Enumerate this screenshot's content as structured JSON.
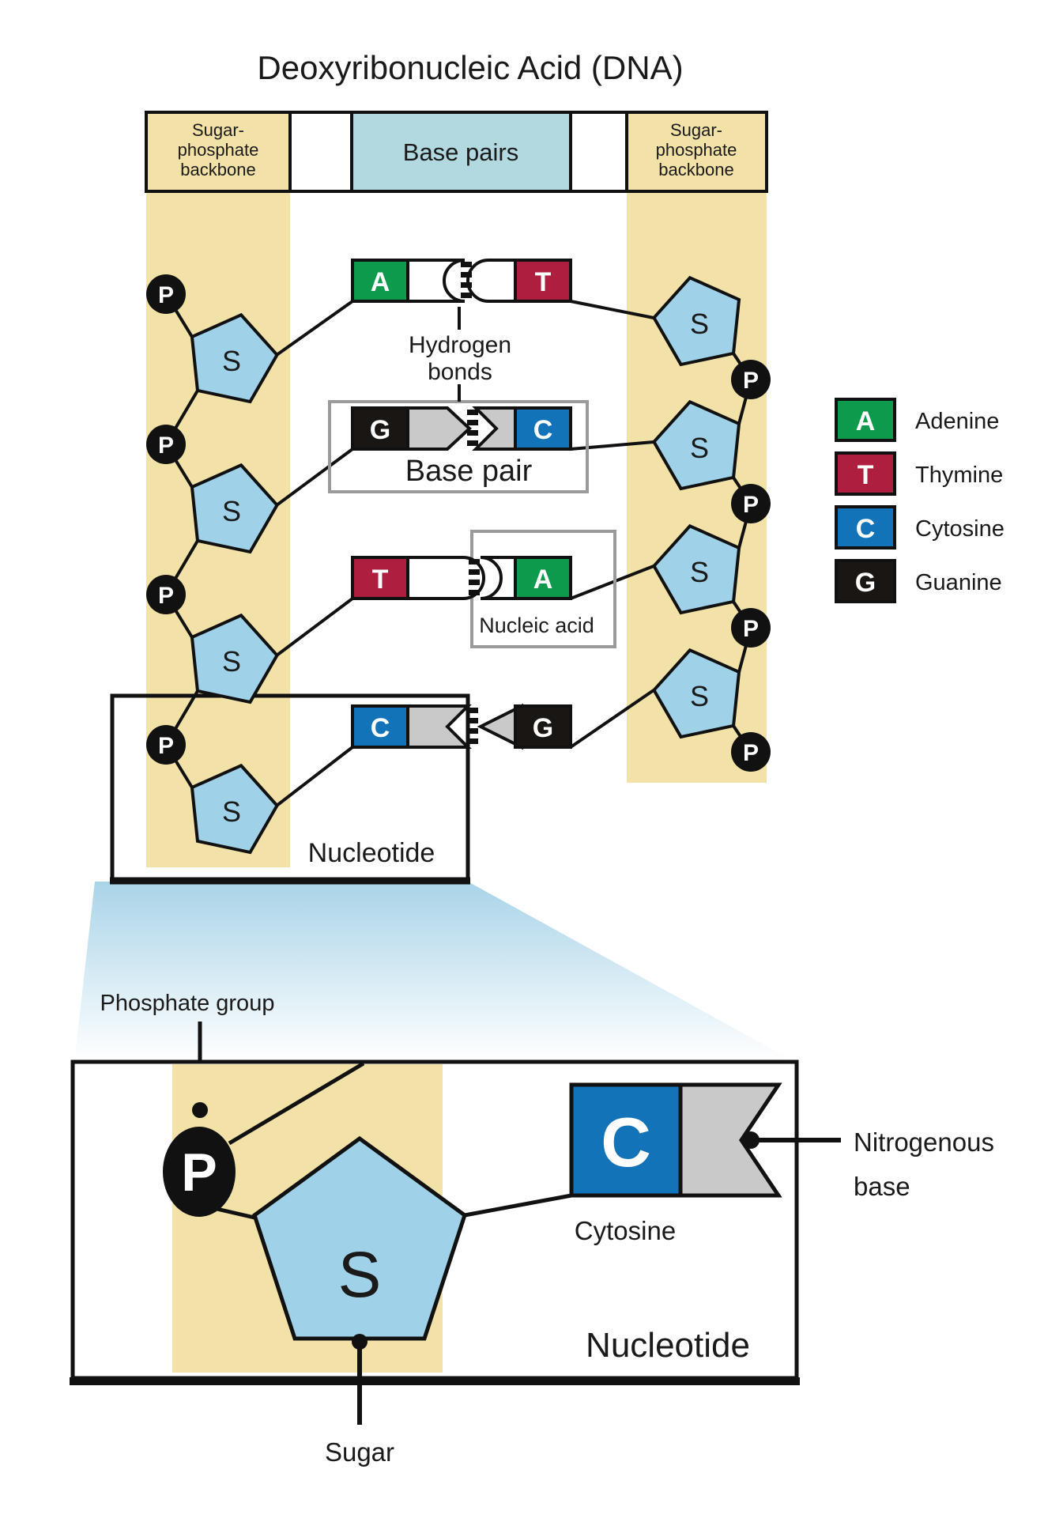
{
  "title": "Deoxyribonucleic Acid (DNA)",
  "header": {
    "left_backbone": [
      "Sugar-",
      "phosphate",
      "backbone"
    ],
    "base_pairs": "Base pairs",
    "right_backbone": [
      "Sugar-",
      "phosphate",
      "backbone"
    ]
  },
  "labels": {
    "hydrogen_bonds_line1": "Hydrogen",
    "hydrogen_bonds_line2": "bonds",
    "base_pair": "Base pair",
    "nucleic_acid": "Nucleic acid",
    "nucleotide_upper": "Nucleotide",
    "phosphate_group": "Phosphate group",
    "cytosine": "Cytosine",
    "nitrogenous_base_line1": "Nitrogenous",
    "nitrogenous_base_line2": "base",
    "nucleotide_lower": "Nucleotide",
    "sugar": "Sugar"
  },
  "glyphs": {
    "phosphate": "P",
    "sugar": "S",
    "cytosine_large": "C"
  },
  "rows": [
    {
      "left_letter": "A",
      "right_letter": "T",
      "left_color": "#0e9a4c",
      "right_color": "#ad1e3f"
    },
    {
      "left_letter": "G",
      "right_letter": "C",
      "left_color": "#1a1613",
      "right_color": "#1273b9"
    },
    {
      "left_letter": "T",
      "right_letter": "A",
      "left_color": "#ad1e3f",
      "right_color": "#0e9a4c"
    },
    {
      "left_letter": "C",
      "right_letter": "G",
      "left_color": "#1273b9",
      "right_color": "#1a1613"
    }
  ],
  "legend": {
    "items": [
      {
        "letter": "A",
        "name": "Adenine",
        "color": "#0e9a4c"
      },
      {
        "letter": "T",
        "name": "Thymine",
        "color": "#ad1e3f"
      },
      {
        "letter": "C",
        "name": "Cytosine",
        "color": "#1273b9"
      },
      {
        "letter": "G",
        "name": "Guanine",
        "color": "#1a1613"
      }
    ]
  },
  "colors": {
    "tan": "#f2e2a8",
    "header_blue": "#b2d8e0",
    "pentagon_blue": "#9fd2e8",
    "gray_ext": "#c9c9c9",
    "outline": "#111111",
    "callout_gray": "#9a9a9a",
    "gradient_top": "#a9d4e8"
  }
}
